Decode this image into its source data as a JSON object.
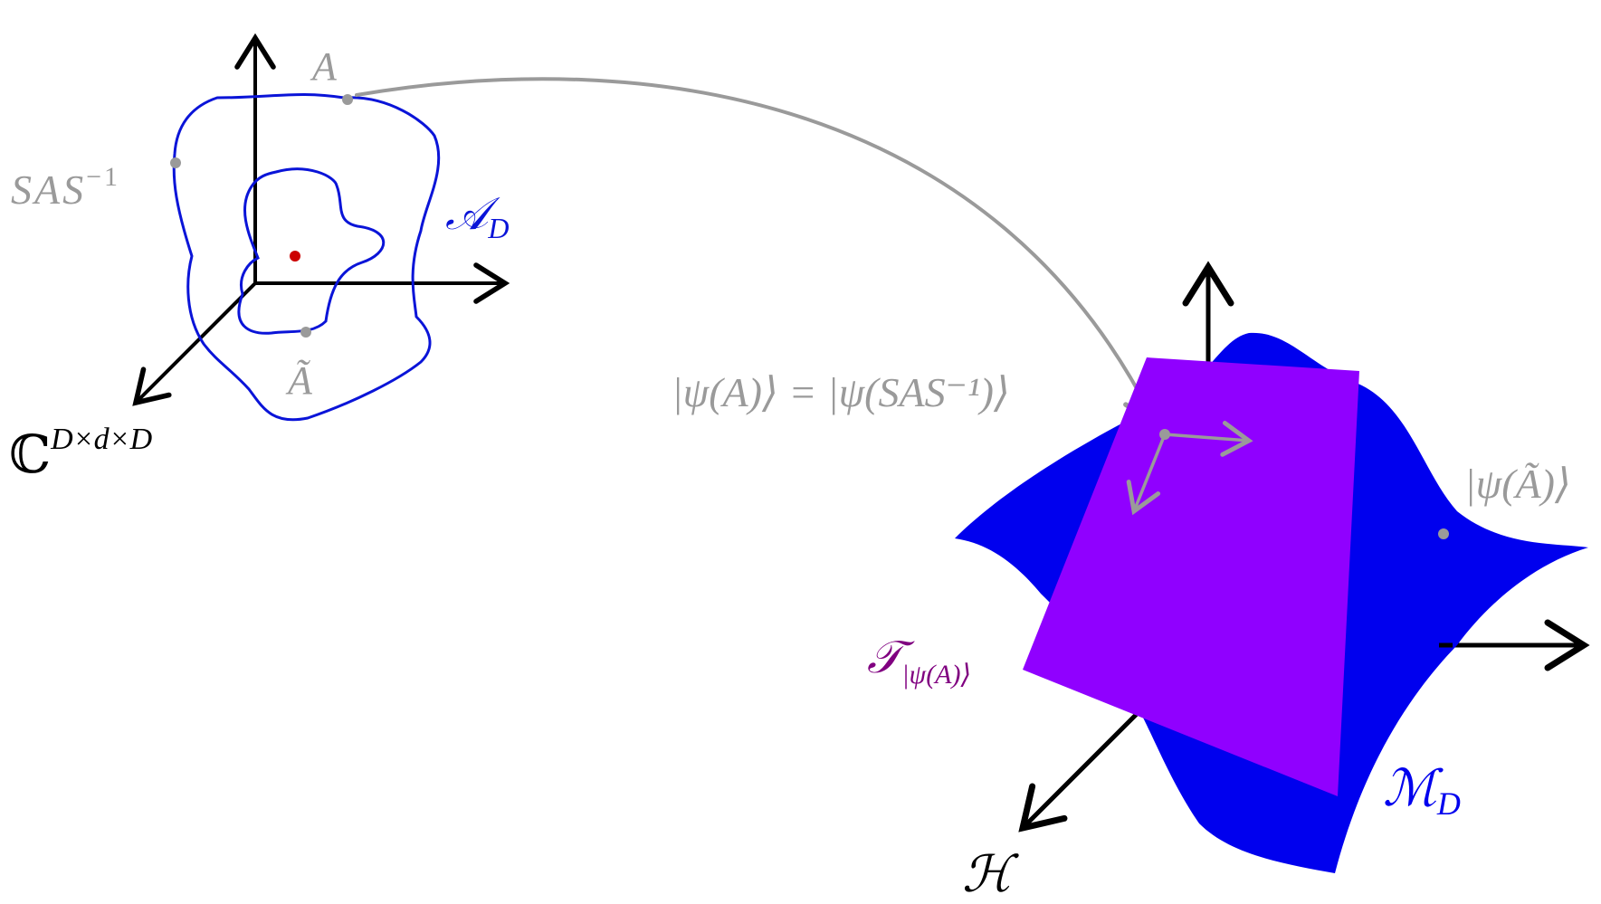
{
  "left_space": {
    "space_label_base": "ℂ",
    "space_label_sup": "D×d×D",
    "region_label_main": "𝒜",
    "region_label_sub": "D",
    "point_A_label": "A",
    "point_SAS_label_main": "SAS",
    "point_SAS_label_sup": "−1",
    "point_Atilde_label": "Ã"
  },
  "right_space": {
    "hilbert_label": "ℋ",
    "manifold_label_main": "ℳ",
    "manifold_label_sub": "D",
    "tangent_label_main": "𝒯",
    "tangent_label_sub": "|ψ(A)⟩",
    "equality_label": "|ψ(A)⟩ = |ψ(SAS⁻¹)⟩",
    "psi_tilde_label": "|ψ(Ã)⟩"
  },
  "colors": {
    "axis": "#000000",
    "region": "#0a14d8",
    "point_gray": "#9a9a9a",
    "red_point": "#cc0000",
    "manifold": "#0000ee",
    "tangent_plane": "#9000ff",
    "tangent_label": "#800080"
  }
}
